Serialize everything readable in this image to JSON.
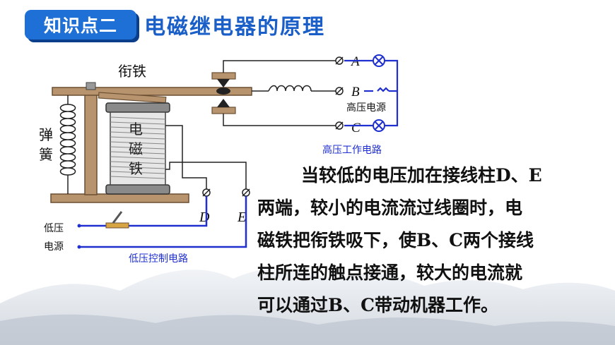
{
  "title": {
    "badge": "知识点二",
    "heading": "电磁继电器的原理"
  },
  "diagram": {
    "armature_label": "衔铁",
    "spring_label_1": "弹",
    "spring_label_2": "簧",
    "electromagnet_label_1": "电",
    "electromagnet_label_2": "磁",
    "electromagnet_label_3": "铁",
    "terminal_a": "A",
    "terminal_b": "B",
    "terminal_c": "C",
    "terminal_d": "D",
    "terminal_e": "E",
    "high_voltage_source": "高压电源",
    "high_voltage_circuit": "高压工作电路",
    "low_voltage_source_1": "低压",
    "low_voltage_source_2": "电源",
    "low_voltage_circuit": "低压控制电路"
  },
  "description": {
    "line1": "当较低的电压加在接线柱D、E",
    "line2": "两端，较小的电流流过线圈时，电",
    "line3": "磁铁把衔铁吸下，使B、C两个接线",
    "line4": "柱所连的触点接通，较大的电流就",
    "line5": "可以通过B、C带动机器工作。"
  },
  "colors": {
    "accent_blue": "#1e6fd6",
    "wire_blue": "#1f2fd0",
    "bar_brown": "#b7946d"
  }
}
